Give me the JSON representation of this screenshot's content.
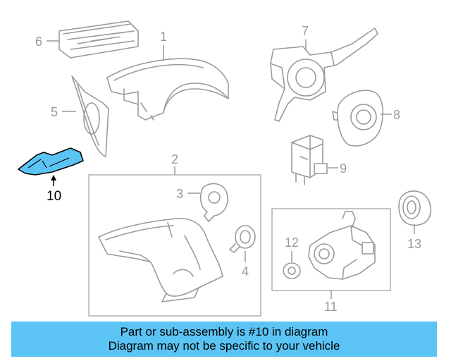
{
  "callouts": {
    "c1": "1",
    "c2": "2",
    "c3": "3",
    "c4": "4",
    "c5": "5",
    "c6": "6",
    "c7": "7",
    "c8": "8",
    "c9": "9",
    "c10": "10",
    "c11": "11",
    "c12": "12",
    "c13": "13"
  },
  "highlight": {
    "part": "10",
    "color": "#5bc4f5"
  },
  "banner": {
    "line1": "Part or sub-assembly is #10 in diagram",
    "line2": "Diagram may not be specific to your vehicle",
    "color": "#5bc4f5"
  }
}
